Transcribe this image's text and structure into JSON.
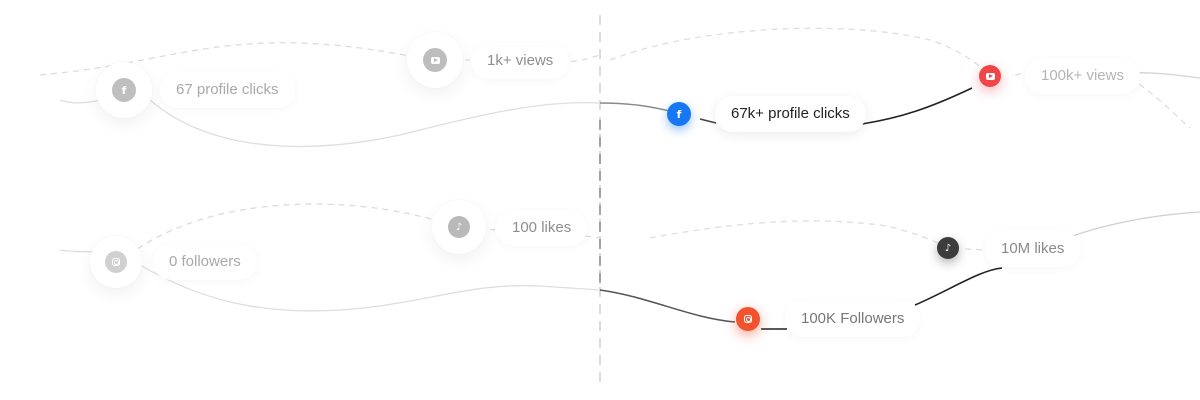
{
  "left": {
    "facebook": {
      "label": "67 profile clicks",
      "icon": "facebook-icon"
    },
    "youtube": {
      "label": "1k+ views",
      "icon": "youtube-icon"
    },
    "instagram": {
      "label": "0 followers",
      "icon": "instagram-icon"
    },
    "tiktok": {
      "label": "100 likes",
      "icon": "tiktok-icon"
    }
  },
  "right": {
    "facebook": {
      "label": "67k+ profile clicks",
      "icon": "facebook-icon"
    },
    "youtube": {
      "label": "100k+ views",
      "icon": "youtube-icon"
    },
    "instagram": {
      "label": "100K Followers",
      "icon": "instagram-icon"
    },
    "tiktok": {
      "label": "10M likes",
      "icon": "tiktok-icon"
    }
  },
  "colors": {
    "facebook": "#1877f2",
    "youtube": "#f0464a",
    "instagram": "#f2522e",
    "tiktok": "#3c3c3c",
    "muted_icon": "#bdbdbd",
    "muted_icon_light": "#cfcfcf"
  }
}
